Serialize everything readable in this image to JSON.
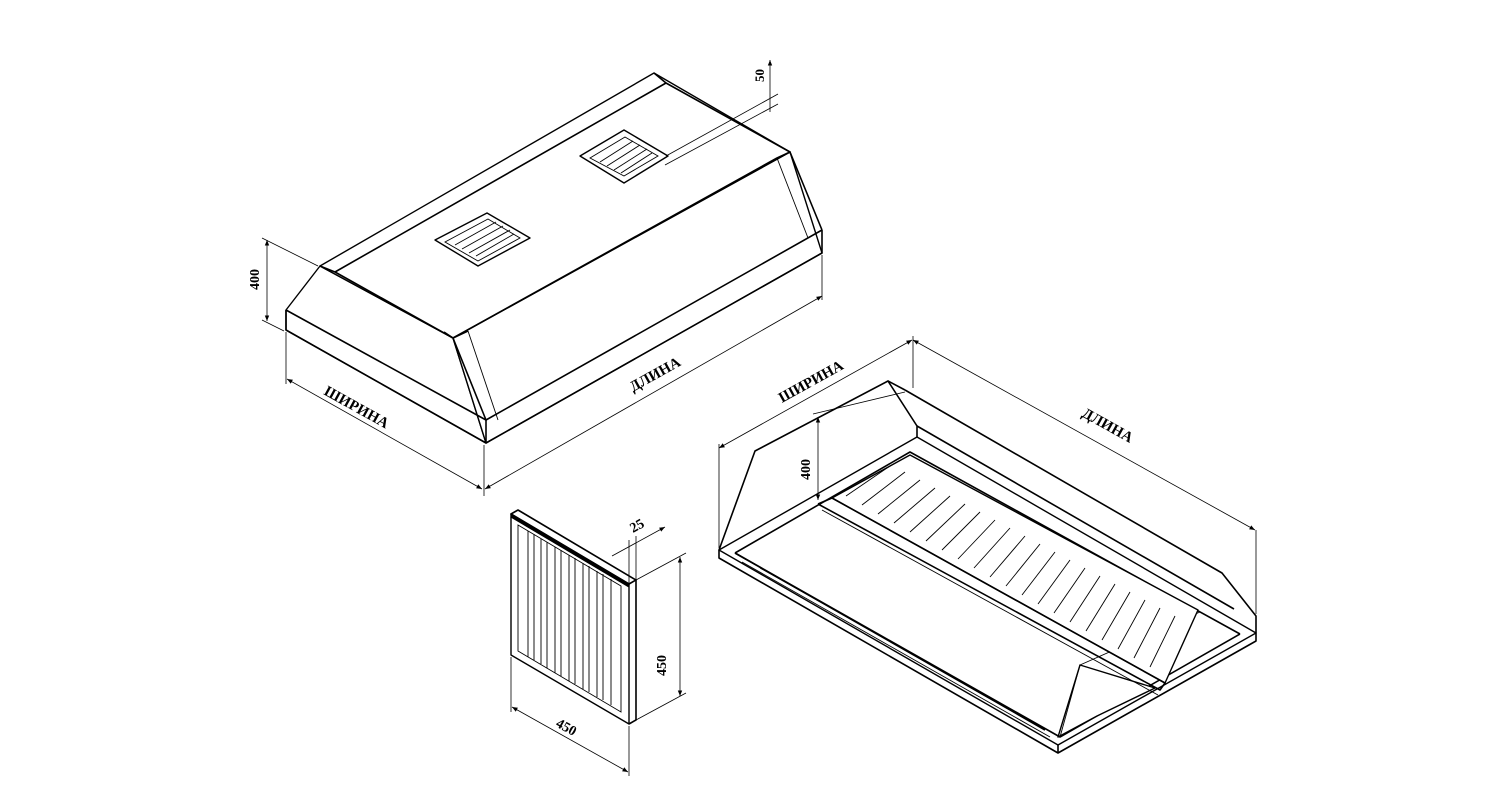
{
  "hood_top": {
    "height_label": "400",
    "collar_label": "50",
    "width_label": "ШИРИНА",
    "length_label": "ДЛИНА"
  },
  "hood_bottom": {
    "height_label": "400",
    "width_label": "ШИРИНА",
    "length_label": "ДЛИНА"
  },
  "filter": {
    "thickness_label": "25",
    "height_label": "450",
    "width_label": "450"
  }
}
